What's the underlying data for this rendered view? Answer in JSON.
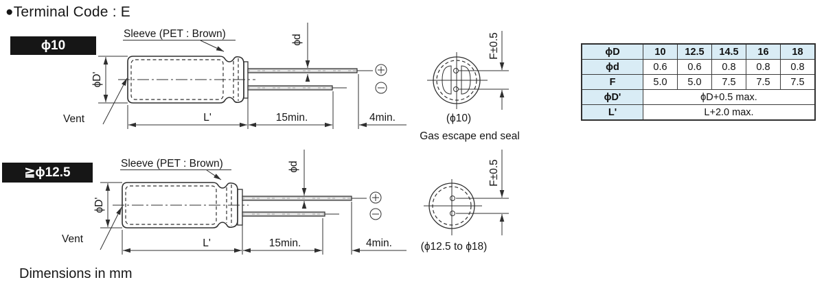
{
  "title": {
    "bullet": "●",
    "text": "Terminal Code : E"
  },
  "footnote": "Dimensions in mm",
  "icons": {
    "polarity_positive": "⊕",
    "polarity_negative": "⊖"
  },
  "colors": {
    "table_header_bg": "#d9ecf5",
    "badge_bg": "#161616",
    "line": "#2f2f2f"
  },
  "diagram_phi10": {
    "badge": "ϕ10",
    "sleeve_label": "Sleeve (PET : Brown)",
    "vent_label": "Vent",
    "body_dia_label": "ϕD'",
    "lead_dia_label": "ϕd",
    "body_len_label": "L'",
    "lead_min_label": "15min.",
    "tip_min_label": "4min.",
    "f_dim_label": "F±0.5",
    "end_view_caption": "(ϕ10)",
    "end_view_note": "Gas escape end seal"
  },
  "diagram_phi125": {
    "badge": "≧ϕ12.5",
    "sleeve_label": "Sleeve (PET : Brown)",
    "vent_label": "Vent",
    "body_dia_label": "ϕD'",
    "lead_dia_label": "ϕd",
    "body_len_label": "L'",
    "lead_min_label": "15min.",
    "tip_min_label": "4min.",
    "f_dim_label": "F±0.5",
    "end_view_caption": "(ϕ12.5 to ϕ18)"
  },
  "table": {
    "header_row": {
      "label": "ϕD",
      "values": [
        "10",
        "12.5",
        "14.5",
        "16",
        "18"
      ]
    },
    "rows": [
      {
        "label": "ϕd",
        "values": [
          "0.6",
          "0.6",
          "0.8",
          "0.8",
          "0.8"
        ]
      },
      {
        "label": "F",
        "values": [
          "5.0",
          "5.0",
          "7.5",
          "7.5",
          "7.5"
        ]
      }
    ],
    "merged_rows": [
      {
        "label": "ϕD'",
        "value": "ϕD+0.5 max."
      },
      {
        "label": "L'",
        "value": "L+2.0 max."
      }
    ]
  }
}
